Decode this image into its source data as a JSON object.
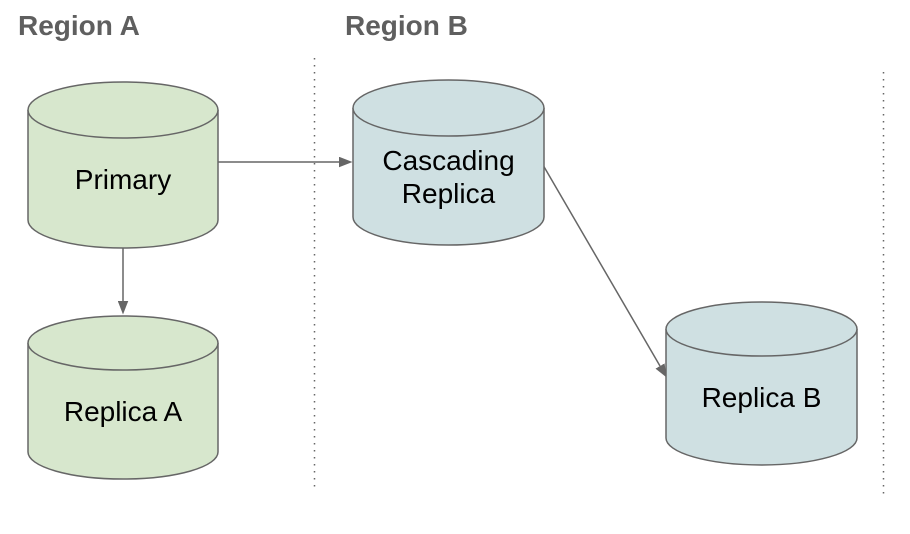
{
  "diagram": {
    "regions": [
      {
        "id": "region-a",
        "label": "Region A"
      },
      {
        "id": "region-b",
        "label": "Region B"
      }
    ],
    "nodes": [
      {
        "id": "primary",
        "region": "Region A",
        "type": "database-cylinder",
        "fill": "#d7e7cd",
        "label_lines": [
          "Primary"
        ]
      },
      {
        "id": "replica-a",
        "region": "Region A",
        "type": "database-cylinder",
        "fill": "#d7e7cd",
        "label_lines": [
          "Replica A"
        ]
      },
      {
        "id": "cascading-replica",
        "region": "Region B",
        "type": "database-cylinder",
        "fill": "#cfe0e2",
        "label_lines": [
          "Cascading",
          "Replica"
        ]
      },
      {
        "id": "replica-b",
        "region": "Region B",
        "type": "database-cylinder",
        "fill": "#cfe0e2",
        "label_lines": [
          "Replica B"
        ]
      }
    ],
    "edges": [
      {
        "from": "primary",
        "to": "cascading-replica",
        "style": "arrow"
      },
      {
        "from": "primary",
        "to": "replica-a",
        "style": "arrow"
      },
      {
        "from": "cascading-replica",
        "to": "replica-b",
        "style": "arrow"
      }
    ],
    "colors": {
      "green_fill": "#d7e7cd",
      "blue_fill": "#cfe0e2",
      "shape_stroke": "#666666",
      "arrow": "#666666",
      "divider": "#666666",
      "heading_text": "#5f5f5f",
      "label_text": "#000000",
      "background": "#ffffff"
    }
  }
}
